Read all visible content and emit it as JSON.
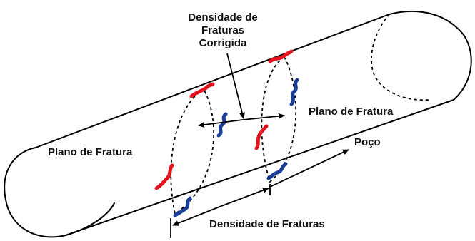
{
  "labels": {
    "corrected_density_line1": "Densidade de",
    "corrected_density_line2": "Fraturas",
    "corrected_density_line3": "Corrigida",
    "fracture_plane_right": "Plano de Fratura",
    "fracture_plane_left": "Plano de Fratura",
    "well": "Poço",
    "fracture_density": "Densidade de Fraturas"
  },
  "colors": {
    "fracture_top": "#e2131c",
    "fracture_bottom": "#1a3d99",
    "outline": "#000000",
    "background": "#ffffff"
  }
}
